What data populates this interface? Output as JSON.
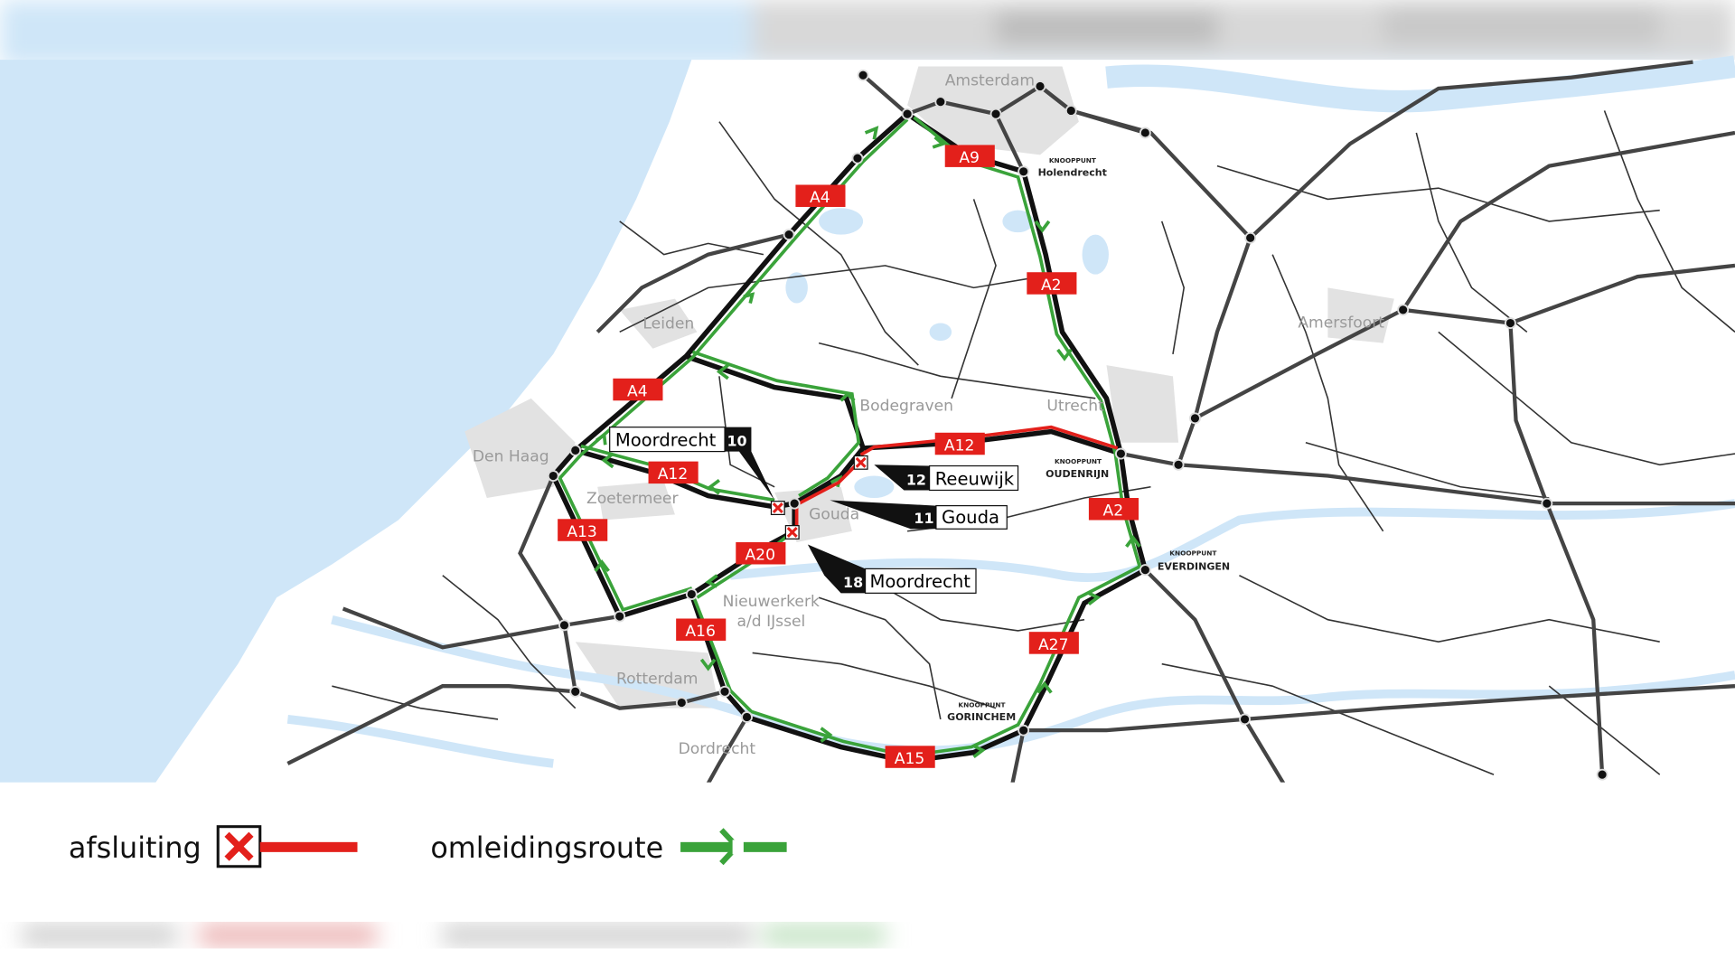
{
  "colors": {
    "water": "#cfe6f8",
    "land": "#ffffff",
    "urban": "#e2e2e2",
    "closure": "#e3201b",
    "detour": "#3aa33a",
    "highway": "#111111"
  },
  "cities": [
    {
      "name": "Amsterdam"
    },
    {
      "name": "Leiden"
    },
    {
      "name": "Den Haag"
    },
    {
      "name": "Zoetermeer"
    },
    {
      "name": "Gouda"
    },
    {
      "name": "Bodegraven"
    },
    {
      "name": "Utrecht"
    },
    {
      "name": "Amersfoort"
    },
    {
      "name": "Nieuwerkerk",
      "name2": "a/d IJssel"
    },
    {
      "name": "Rotterdam"
    },
    {
      "name": "Dordrecht"
    }
  ],
  "knooppunten": [
    {
      "prefix": "KNOOPPUNT",
      "name": "Holendrecht"
    },
    {
      "prefix": "KNOOPPUNT",
      "name": "OUDENRIJN"
    },
    {
      "prefix": "KNOOPPUNT",
      "name": "EVERDINGEN"
    },
    {
      "prefix": "KNOOPPUNT",
      "name": "GORINCHEM"
    }
  ],
  "shields": [
    "A9",
    "A4",
    "A2",
    "A4",
    "A12",
    "A12",
    "A2",
    "A13",
    "A20",
    "A16",
    "A27",
    "A15"
  ],
  "exits": [
    {
      "number": "10",
      "name": "Moordrecht"
    },
    {
      "number": "12",
      "name": "Reeuwijk"
    },
    {
      "number": "11",
      "name": "Gouda"
    },
    {
      "number": "18",
      "name": "Moordrecht"
    }
  ],
  "legend": {
    "closure_label": "afsluiting",
    "detour_label": "omleidingsroute"
  }
}
